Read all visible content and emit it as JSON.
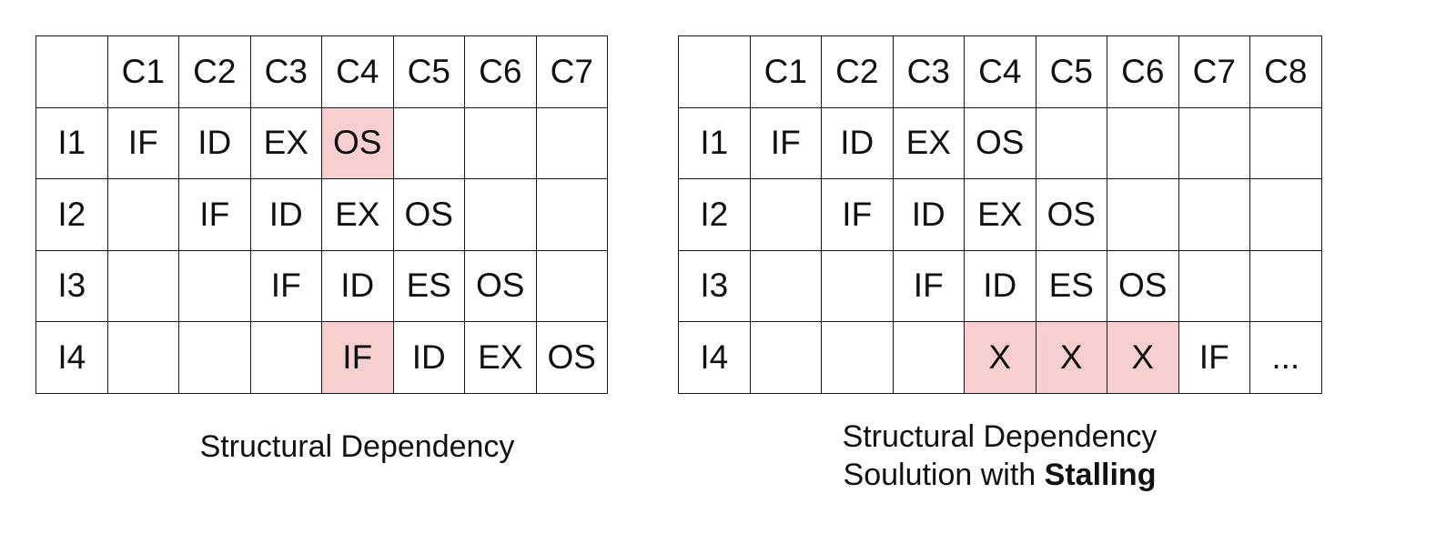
{
  "left_table": {
    "headers": [
      "",
      "C1",
      "C2",
      "C3",
      "C4",
      "C5",
      "C6",
      "C7"
    ],
    "rows": [
      [
        "I1",
        "IF",
        "ID",
        "EX",
        "OS",
        "",
        "",
        ""
      ],
      [
        "I2",
        "",
        "IF",
        "ID",
        "EX",
        "OS",
        "",
        ""
      ],
      [
        "I3",
        "",
        "",
        "IF",
        "ID",
        "ES",
        "OS",
        ""
      ],
      [
        "I4",
        "",
        "",
        "",
        "IF",
        "ID",
        "EX",
        "OS"
      ]
    ],
    "highlighted": [
      [
        0,
        4
      ],
      [
        3,
        4
      ]
    ]
  },
  "right_table": {
    "headers": [
      "",
      "C1",
      "C2",
      "C3",
      "C4",
      "C5",
      "C6",
      "C7",
      "C8"
    ],
    "rows": [
      [
        "I1",
        "IF",
        "ID",
        "EX",
        "OS",
        "",
        "",
        "",
        ""
      ],
      [
        "I2",
        "",
        "IF",
        "ID",
        "EX",
        "OS",
        "",
        "",
        ""
      ],
      [
        "I3",
        "",
        "",
        "IF",
        "ID",
        "ES",
        "OS",
        "",
        ""
      ],
      [
        "I4",
        "",
        "",
        "",
        "X",
        "X",
        "X",
        "IF",
        "..."
      ]
    ],
    "highlighted": [
      [
        3,
        4
      ],
      [
        3,
        5
      ],
      [
        3,
        6
      ]
    ]
  },
  "highlight_color": "#f7cfcf",
  "captions": {
    "left": "Structural Dependency",
    "right_line1": "Structural Dependency",
    "right_line2_prefix": "Soulution with ",
    "right_line2_bold": "Stalling"
  }
}
